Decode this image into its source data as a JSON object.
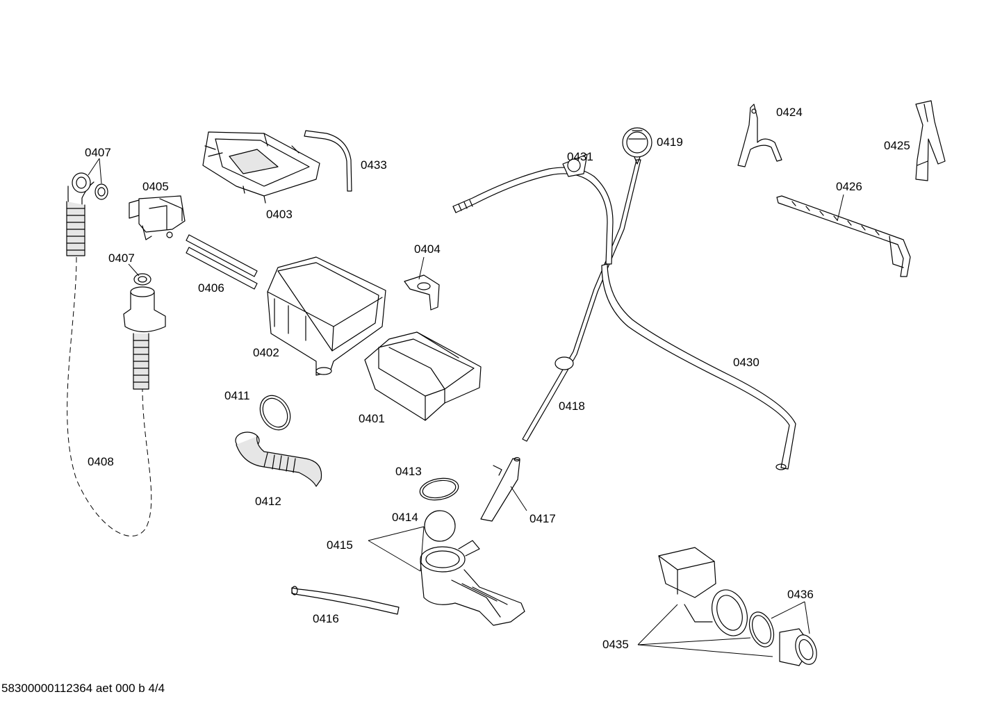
{
  "parts": {
    "p0401": "0401",
    "p0402": "0402",
    "p0403": "0403",
    "p0404": "0404",
    "p0405": "0405",
    "p0406": "0406",
    "p0407a": "0407",
    "p0407b": "0407",
    "p0408": "0408",
    "p0411": "0411",
    "p0412": "0412",
    "p0413": "0413",
    "p0414": "0414",
    "p0415": "0415",
    "p0416": "0416",
    "p0417": "0417",
    "p0418": "0418",
    "p0419": "0419",
    "p0424": "0424",
    "p0425": "0425",
    "p0426": "0426",
    "p0430": "0430",
    "p0431": "0431",
    "p0433": "0433",
    "p0435": "0435",
    "p0436": "0436"
  },
  "footer": "58300000112364 aet 000 b 4/4"
}
